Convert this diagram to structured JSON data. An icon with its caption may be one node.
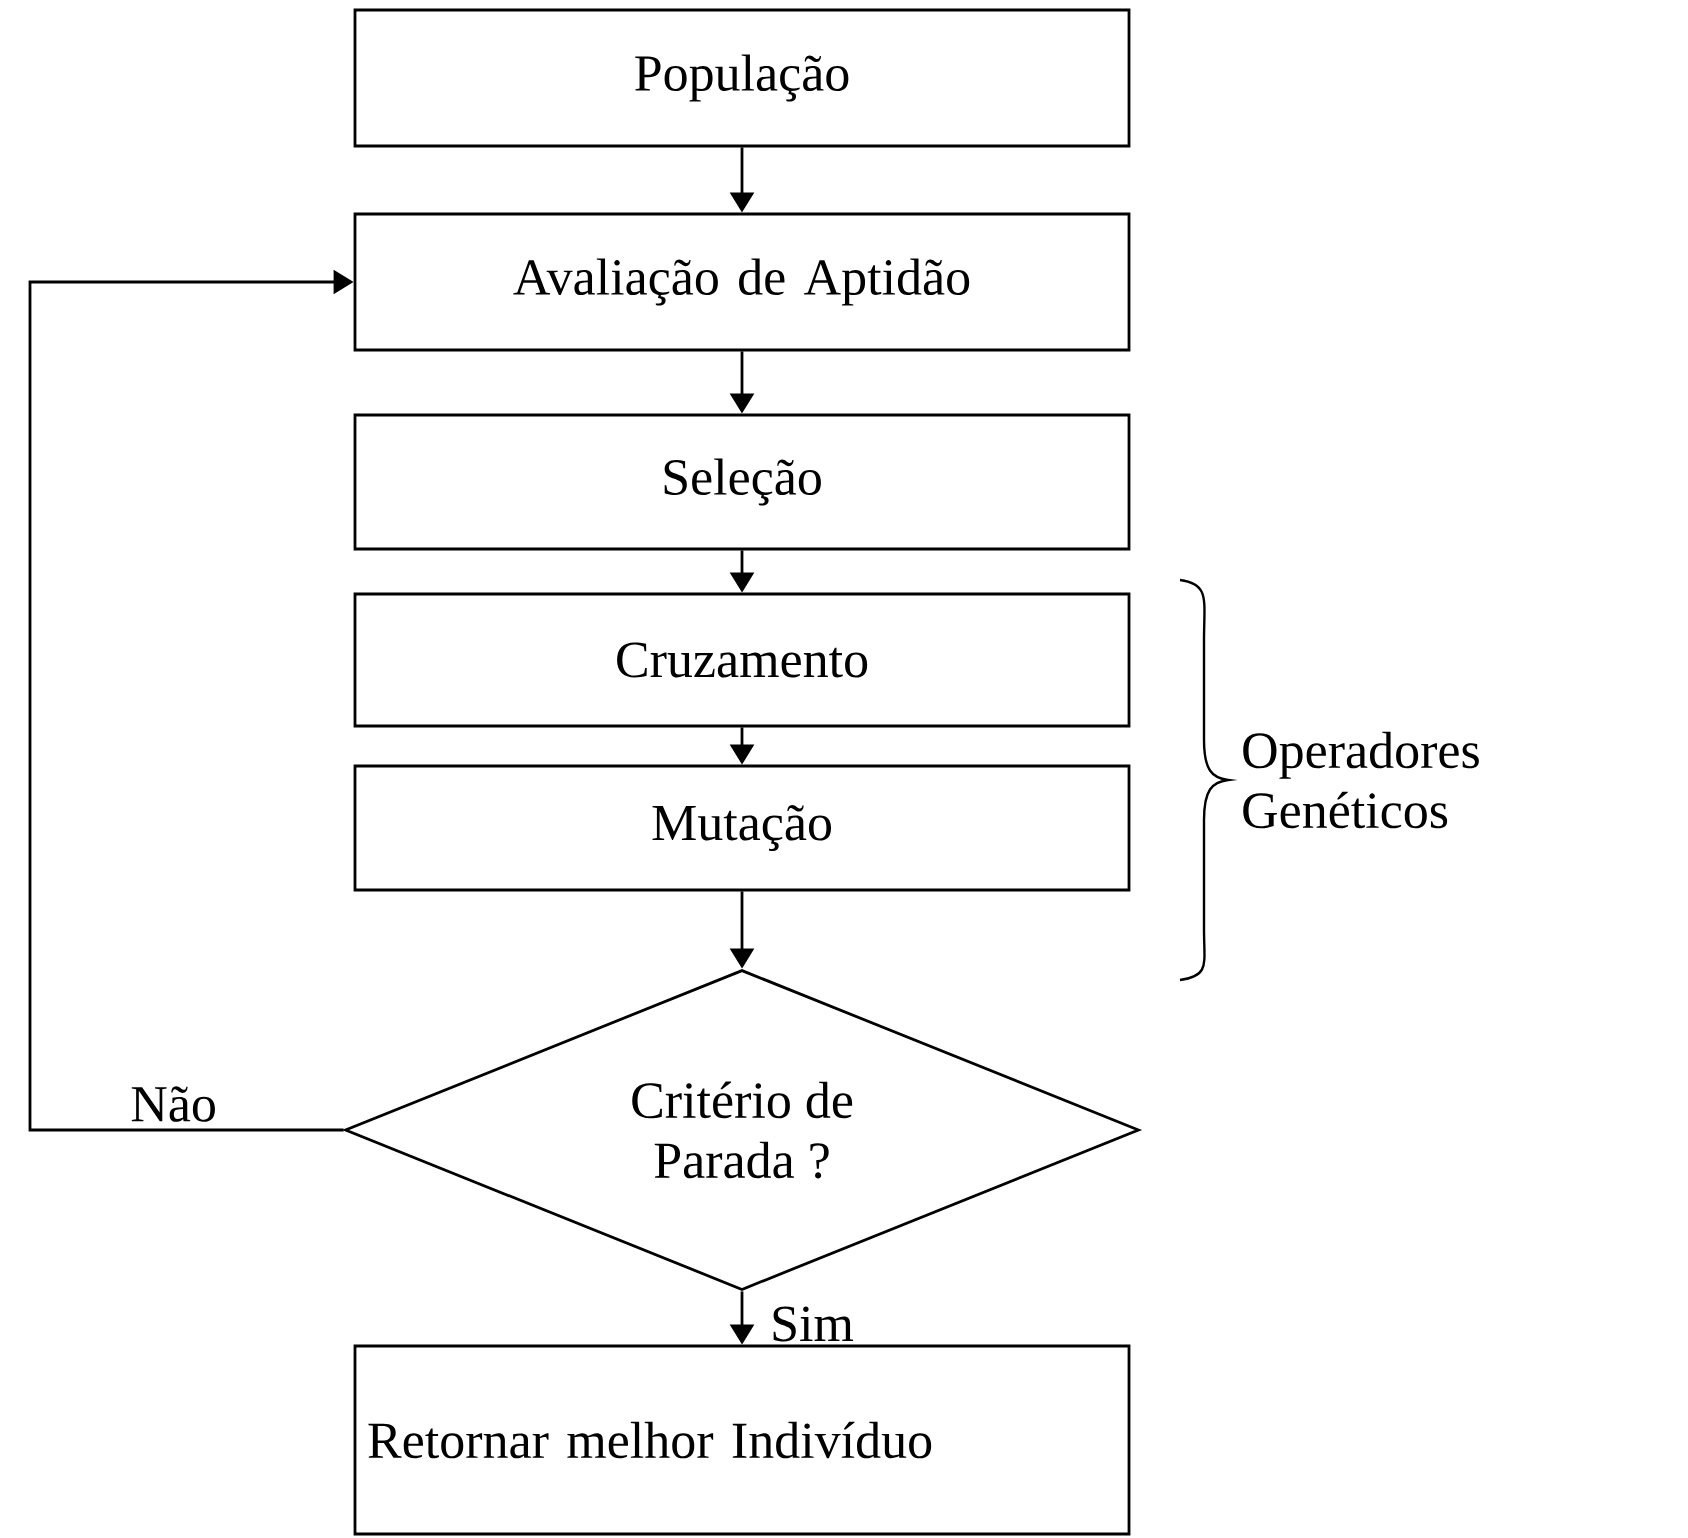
{
  "diagram": {
    "nodes": [
      {
        "text": [
          "População"
        ]
      },
      {
        "text": [
          "Avaliação de Aptidão"
        ]
      },
      {
        "text": [
          "Seleção"
        ]
      },
      {
        "text": [
          "Cruzamento"
        ]
      },
      {
        "text": [
          "Mutação"
        ]
      },
      {
        "text": [
          "Critério de Parada ?"
        ]
      },
      {
        "text": [
          "Retornar melhor Indivíduo"
        ]
      }
    ],
    "edges": [
      {
        "from": 0,
        "to": 1,
        "arrow": "to"
      },
      {
        "from": 1,
        "to": 2,
        "arrow": "to"
      },
      {
        "from": 2,
        "to": 3,
        "arrow": "to"
      },
      {
        "from": 3,
        "to": 4,
        "arrow": "to"
      },
      {
        "from": 4,
        "to": 5,
        "arrow": "to"
      },
      {
        "from": 5,
        "to": 6,
        "arrow": "to",
        "label": "Sim"
      },
      {
        "from": 5,
        "to": 1,
        "arrow": "to",
        "label": "Não"
      }
    ],
    "labels": [
      "Operadores Genéticos"
    ]
  }
}
